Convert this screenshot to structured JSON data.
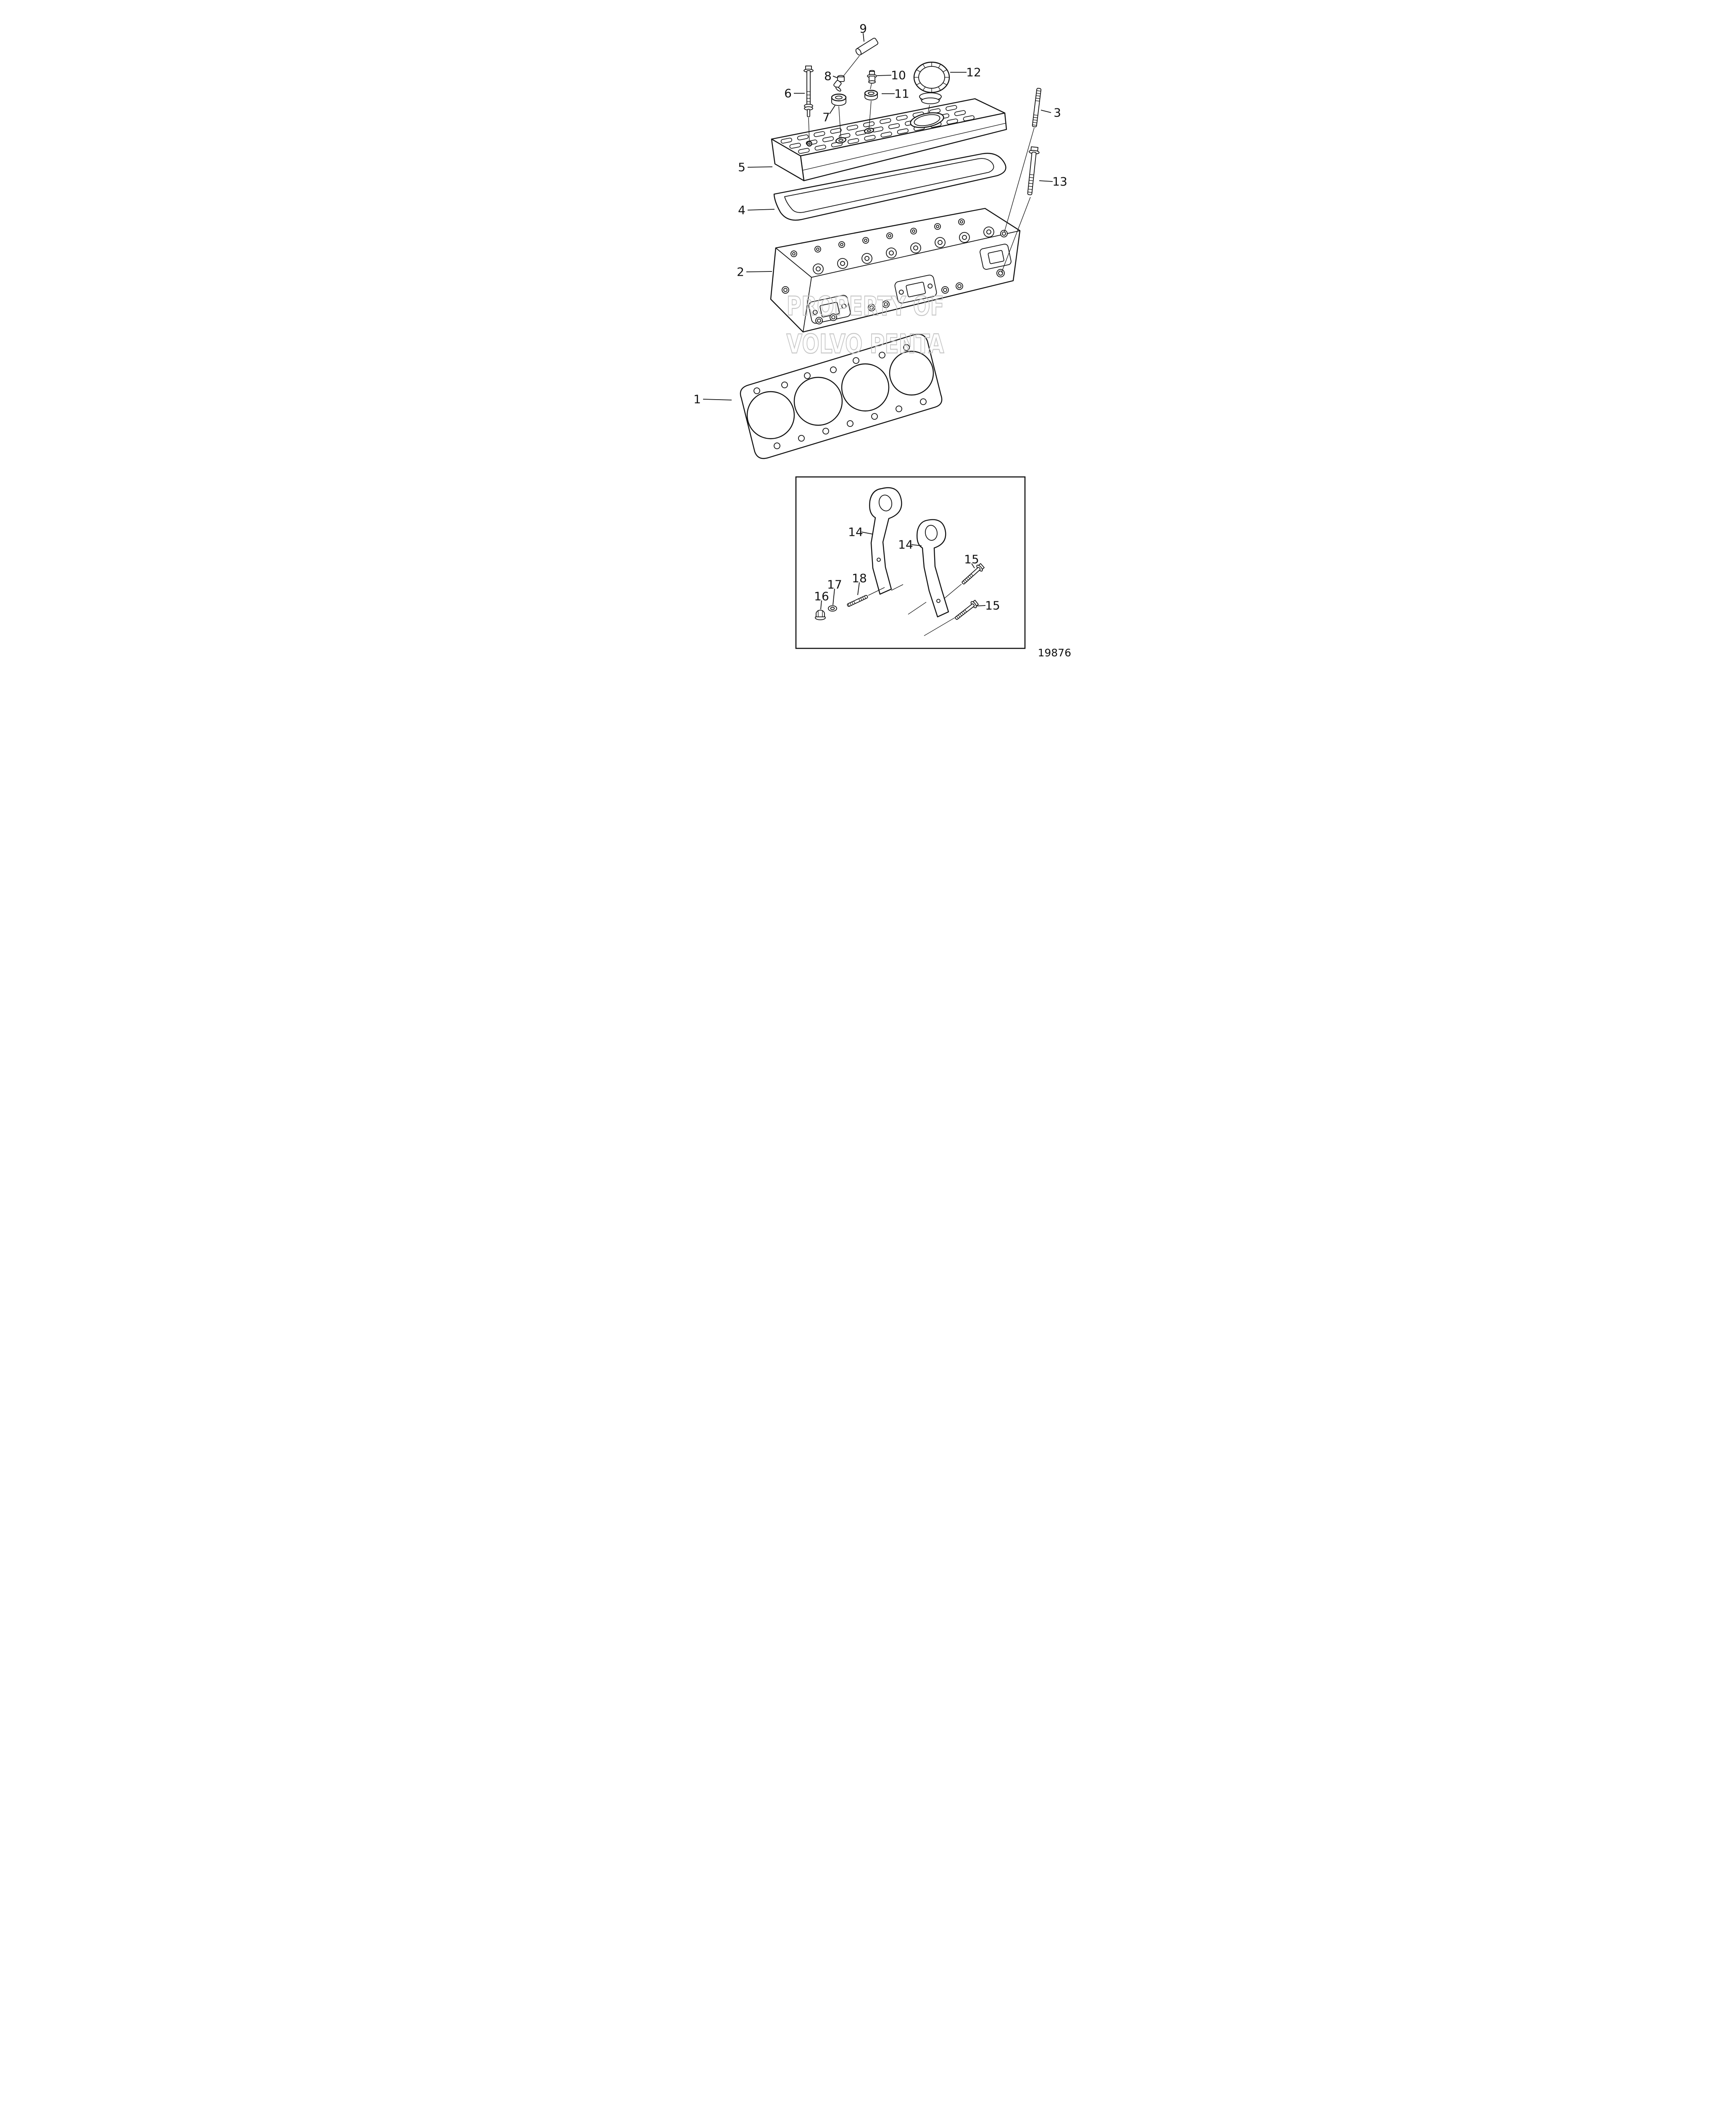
{
  "figure": {
    "watermark": {
      "line1": "PROPERTY OF",
      "line2": "VOLVO PENTA"
    },
    "doc_number": "19876"
  },
  "callouts": {
    "c1": "1",
    "c2": "2",
    "c3": "3",
    "c4": "4",
    "c5": "5",
    "c6": "6",
    "c7": "7",
    "c8": "8",
    "c9": "9",
    "c10": "10",
    "c11": "11",
    "c12": "12",
    "c13": "13",
    "c14a": "14",
    "c14b": "14",
    "c15a": "15",
    "c15b": "15",
    "c16": "16",
    "c17": "17",
    "c18": "18"
  }
}
